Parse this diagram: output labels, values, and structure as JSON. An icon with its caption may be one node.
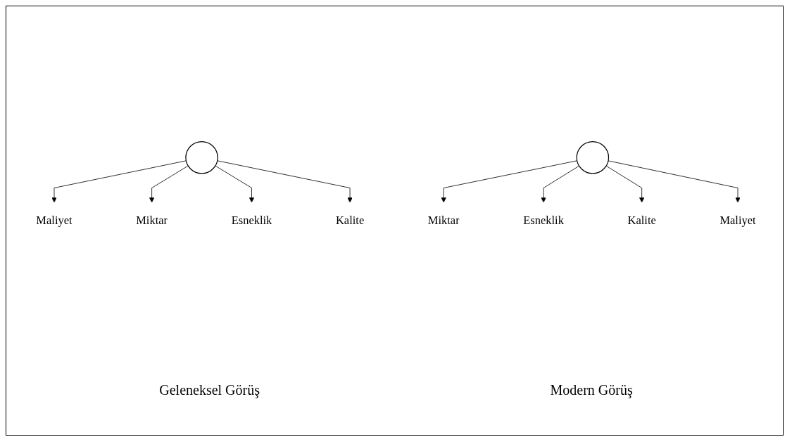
{
  "diagram": {
    "nodes": [
      {
        "text": [],
        "shape": "circle"
      },
      {
        "text": [
          "Maliyet"
        ]
      },
      {
        "text": [
          "Miktar"
        ]
      },
      {
        "text": [
          "Esneklik"
        ]
      },
      {
        "text": [
          "Kalite"
        ]
      },
      {
        "text": [],
        "shape": "circle"
      },
      {
        "text": [
          "Miktar"
        ]
      },
      {
        "text": [
          "Esneklik"
        ]
      },
      {
        "text": [
          "Kalite"
        ]
      },
      {
        "text": [
          "Maliyet"
        ]
      }
    ],
    "edges": [
      {
        "from": 0,
        "to": 1,
        "arrow": "to"
      },
      {
        "from": 0,
        "to": 2,
        "arrow": "to"
      },
      {
        "from": 0,
        "to": 3,
        "arrow": "to"
      },
      {
        "from": 0,
        "to": 4,
        "arrow": "to"
      },
      {
        "from": 5,
        "to": 6,
        "arrow": "to"
      },
      {
        "from": 5,
        "to": 7,
        "arrow": "to"
      },
      {
        "from": 5,
        "to": 8,
        "arrow": "to"
      },
      {
        "from": 5,
        "to": 9,
        "arrow": "to"
      }
    ],
    "labels": [
      "Geleneksel Görüş",
      "Modern Görüş"
    ]
  }
}
